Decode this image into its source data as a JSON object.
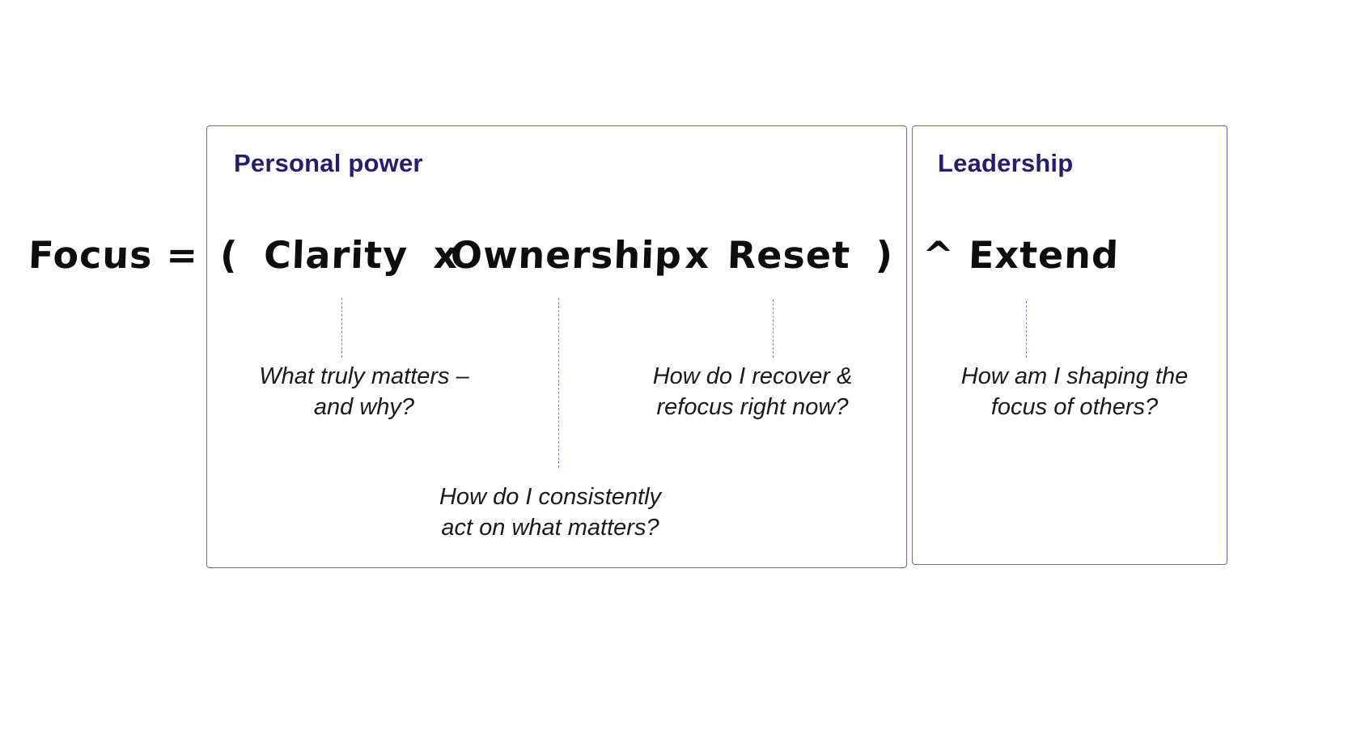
{
  "panels": {
    "personal_power": {
      "title": "Personal power"
    },
    "leadership": {
      "title": "Leadership"
    }
  },
  "formula": {
    "focus": "Focus =",
    "open_paren": "(",
    "clarity": "Clarity",
    "times_1": "x",
    "ownership": "Ownership",
    "times_2": "x",
    "reset": "Reset",
    "close_paren": ")",
    "caret": "^",
    "extend": "Extend"
  },
  "notes": {
    "clarity": "What truly matters –\nand why?",
    "ownership": "How do I consistently\nact on what matters?",
    "reset": "How do I recover &\nrefocus right now?",
    "extend": "How am I shaping the\nfocus of others?"
  },
  "colors": {
    "heading": "#241d70",
    "panel_border": "#6a68b5",
    "dotted_line": "#8583c0",
    "formula_ink": "#0d0d0d",
    "note_ink": "#1a1a1a"
  }
}
